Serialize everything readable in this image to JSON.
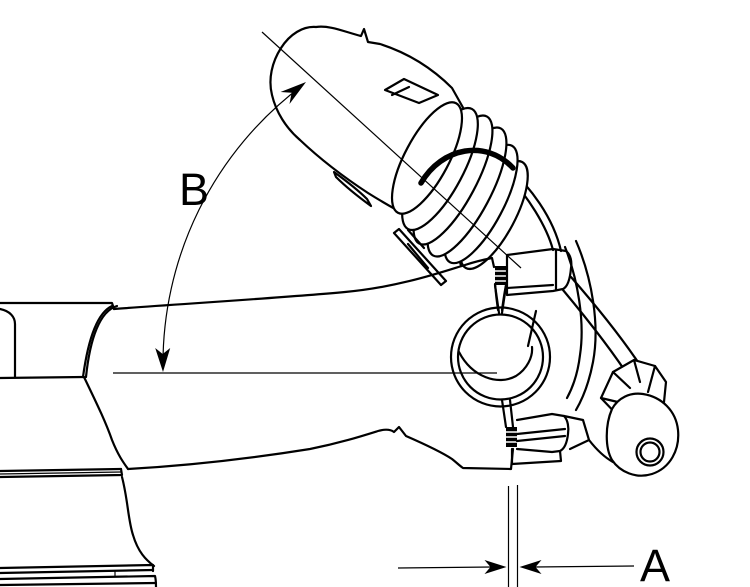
{
  "figure": {
    "type": "technical-line-drawing",
    "subject": "bicycle-stem-handlebar-clamp-diagram"
  },
  "labels": {
    "angle": "B",
    "gap": "A"
  },
  "colors": {
    "line": "#000000",
    "background": "#ffffff"
  }
}
